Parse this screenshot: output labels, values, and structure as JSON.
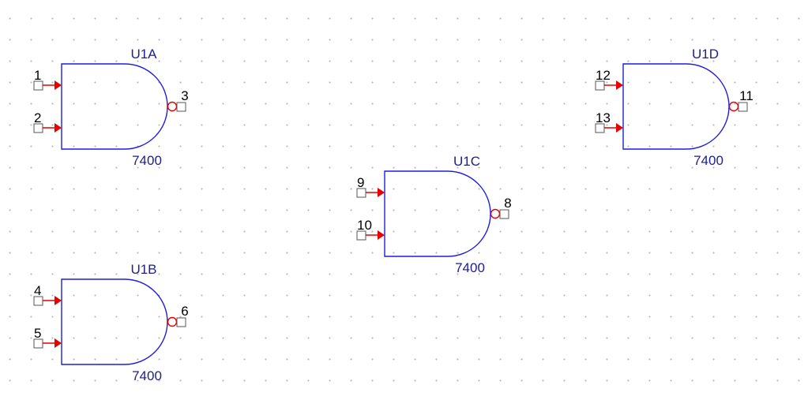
{
  "colors": {
    "body": "#1e1edc",
    "text": "#1e1e8c",
    "pin_arrow": "#e60000",
    "bubble": "#e60000",
    "pin_box": "#555555",
    "grid": "#b4b4b4"
  },
  "gates": [
    {
      "ref": "U1A",
      "part": "7400",
      "inputs": [
        "1",
        "2"
      ],
      "output": "3"
    },
    {
      "ref": "U1B",
      "part": "7400",
      "inputs": [
        "4",
        "5"
      ],
      "output": "6"
    },
    {
      "ref": "U1C",
      "part": "7400",
      "inputs": [
        "9",
        "10"
      ],
      "output": "8"
    },
    {
      "ref": "U1D",
      "part": "7400",
      "inputs": [
        "12",
        "13"
      ],
      "output": "11"
    }
  ]
}
